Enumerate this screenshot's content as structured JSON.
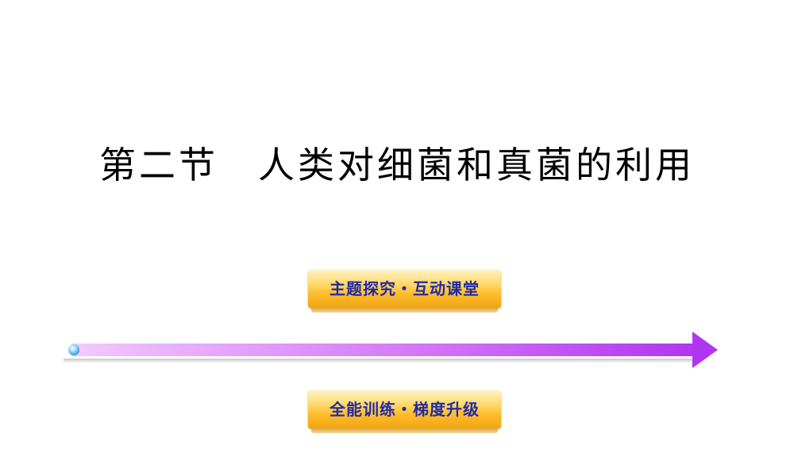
{
  "slide": {
    "title": "第二节　人类对细菌和真菌的利用"
  },
  "nav": {
    "top_tab_label": "主题探究・互动课堂",
    "bottom_tab_label": "全能训练・梯度升级"
  },
  "colors": {
    "title_text": "#000000",
    "tab_text": "#1f2aa8",
    "tab_fill": "#ffbe2e",
    "arrow_start": "#f0c2ff",
    "arrow_end": "#b035f0"
  }
}
